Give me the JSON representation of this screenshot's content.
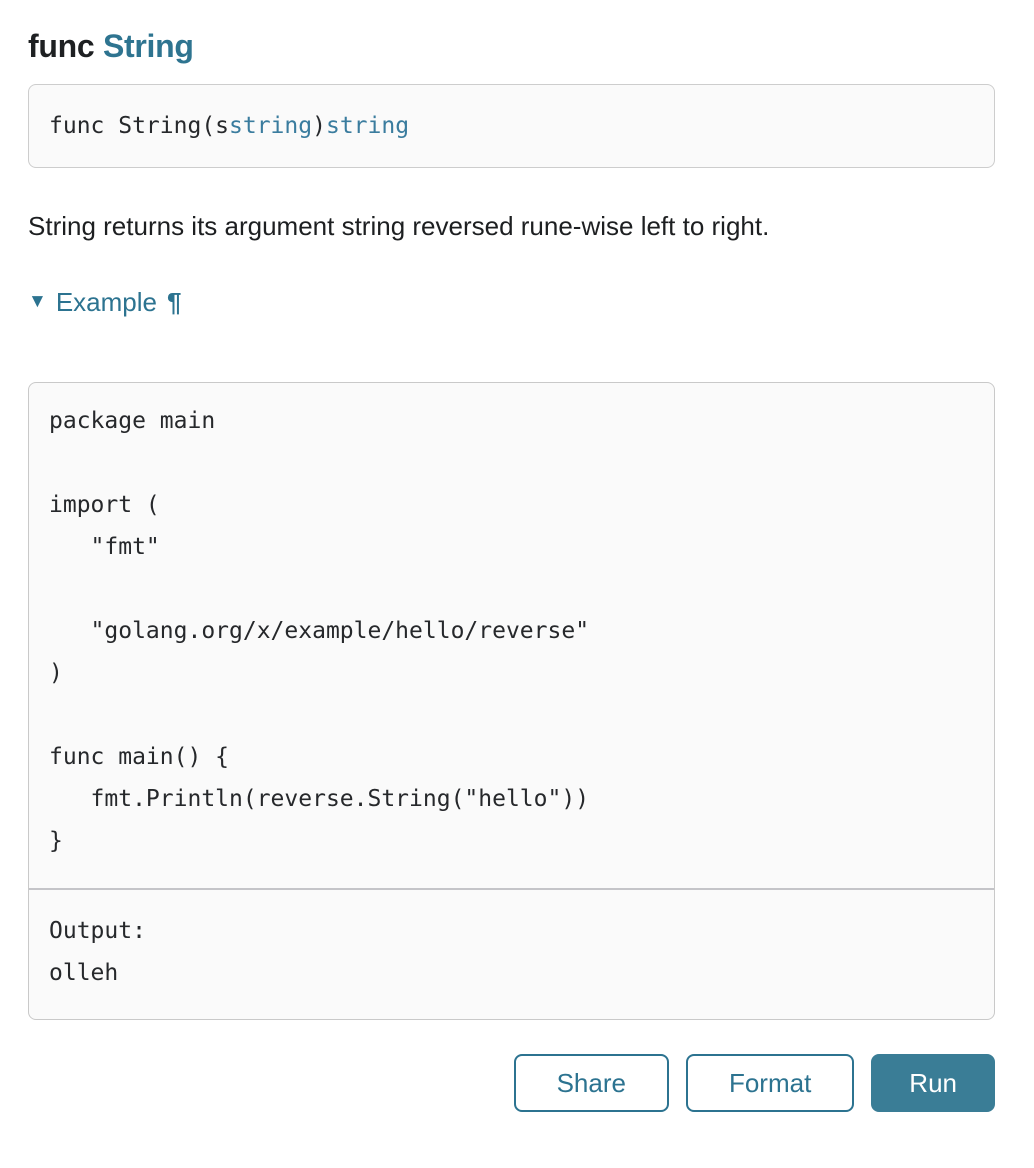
{
  "colors": {
    "accent_teal": "#2c7390",
    "heading_link_teal": "#2e7490",
    "signature_type_teal": "#3a7c9e",
    "run_button_bg": "#3a7d96",
    "box_background": "#fafafa",
    "box_border": "#cdcdcd",
    "output_label_gray": "#8a8d90",
    "text_dark": "#1d1f21"
  },
  "header": {
    "keyword": "func",
    "name": "String"
  },
  "signature": {
    "parts": [
      {
        "text": "func String(s "
      },
      {
        "text": "string"
      },
      {
        "text": ") "
      },
      {
        "text": "string"
      }
    ]
  },
  "description": "String returns its argument string reversed rune-wise left to right.",
  "example": {
    "toggle_icon": "▼",
    "label": "Example",
    "pilcrow": "¶",
    "code": "package main\n\nimport (\n\t\"fmt\"\n\n\t\"golang.org/x/example/hello/reverse\"\n)\n\nfunc main() {\n\tfmt.Println(reverse.String(\"hello\"))\n}",
    "output_label": "Output:",
    "output_value": "olleh"
  },
  "buttons": {
    "share": "Share",
    "format": "Format",
    "run": "Run"
  }
}
